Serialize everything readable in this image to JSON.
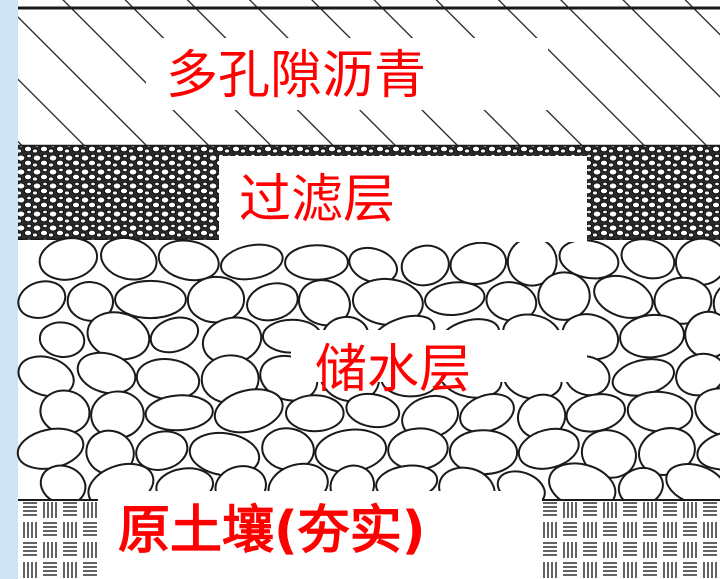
{
  "diagram": {
    "layers": [
      {
        "id": "asphalt",
        "label": "多孔隙沥青"
      },
      {
        "id": "filter",
        "label": "过滤层"
      },
      {
        "id": "storage",
        "label": "储水层"
      },
      {
        "id": "soil",
        "label": "原土壤(夯实)"
      }
    ],
    "colors": {
      "label_text": "#ff0000",
      "label_background": "#ffffff",
      "line_art": "#1a1a1a",
      "page_background": "#ffffff",
      "edge_tint": "#cfe3f3"
    }
  }
}
